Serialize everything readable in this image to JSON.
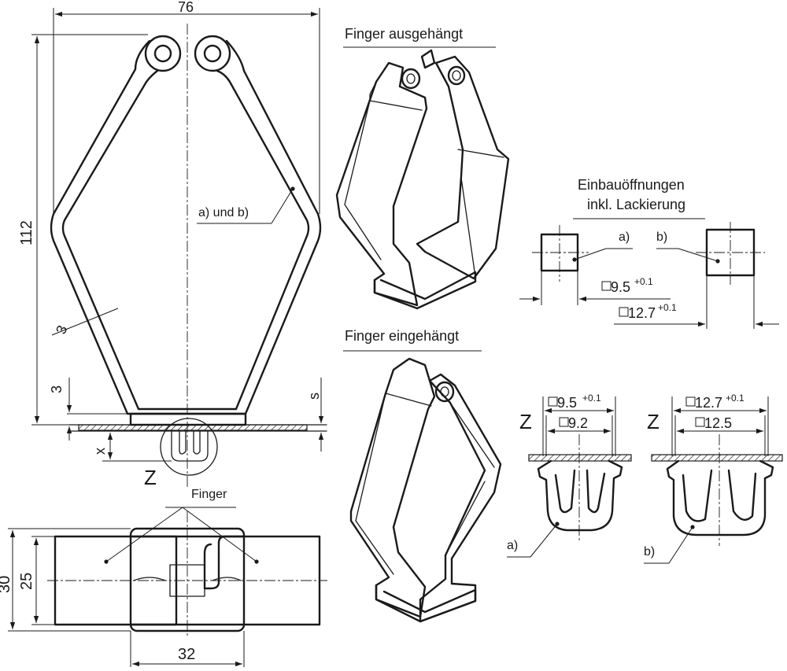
{
  "labels": {
    "finger_out": "Finger ausgehängt",
    "finger_in": "Finger eingehängt",
    "openings_line1": "Einbauöffnungen",
    "openings_line2": "inkl. Lackierung",
    "a_und_b": "a) und b)",
    "finger": "Finger",
    "variant_a": "a)",
    "variant_b": "b)",
    "detail_z": "Z"
  },
  "dimensions": {
    "width": "76",
    "height": "112",
    "wall": "3",
    "base": "3",
    "x": "x",
    "s": "s",
    "bottom_width": "32",
    "side_30": "30",
    "side_25": "25",
    "open_a": "9.5",
    "open_a_tol": "+0.1",
    "open_b": "12.7",
    "open_b_tol": "+0.1",
    "inner_a": "9.2",
    "inner_b": "12.5"
  }
}
